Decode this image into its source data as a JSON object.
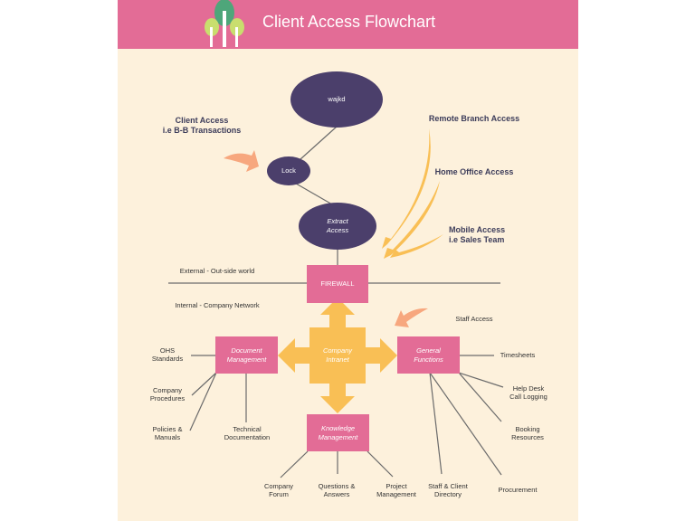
{
  "title": "Client Access Flowchart",
  "colors": {
    "header": "#e36c96",
    "background": "#fdf1dc",
    "ellipse": "#4b3f6b",
    "box": "#e36c96",
    "hub": "#f9bf55",
    "curve_arrow": "#f7a77e",
    "yellow_arrow": "#f9bf55"
  },
  "nodes": {
    "top": "wajkd",
    "lock": "Lock",
    "extract": "Extract\nAccess",
    "firewall": "FIREWALL",
    "intranet": "Company\nIntranet",
    "document": "Document\nManagement",
    "general": "General\nFunctions",
    "knowledge": "Knowledge\nManagement"
  },
  "labels": {
    "client_access": "Client Access\ni.e B-B Transactions",
    "remote_branch": "Remote Branch Access",
    "home_office": "Home Office Access",
    "mobile": "Mobile Access\ni.e Sales Team",
    "external": "External - Out-side world",
    "internal": "Internal - Company Network",
    "staff_access": "Staff Access",
    "ohs": "OHS\nStandards",
    "procedures": "Company\nProcedures",
    "policies": "Policies &\nManuals",
    "tech_doc": "Technical\nDocumentation",
    "forum": "Company\nForum",
    "questions": "Questions &\nAnswers",
    "project": "Project\nManagement",
    "staff_dir": "Staff & Client\nDirectory",
    "procurement": "Procurement",
    "timesheets": "Timesheets",
    "help_desk": "Help Desk\nCall Logging",
    "booking": "Booking\nResources"
  },
  "icons": [
    "tree-logo-icon"
  ]
}
